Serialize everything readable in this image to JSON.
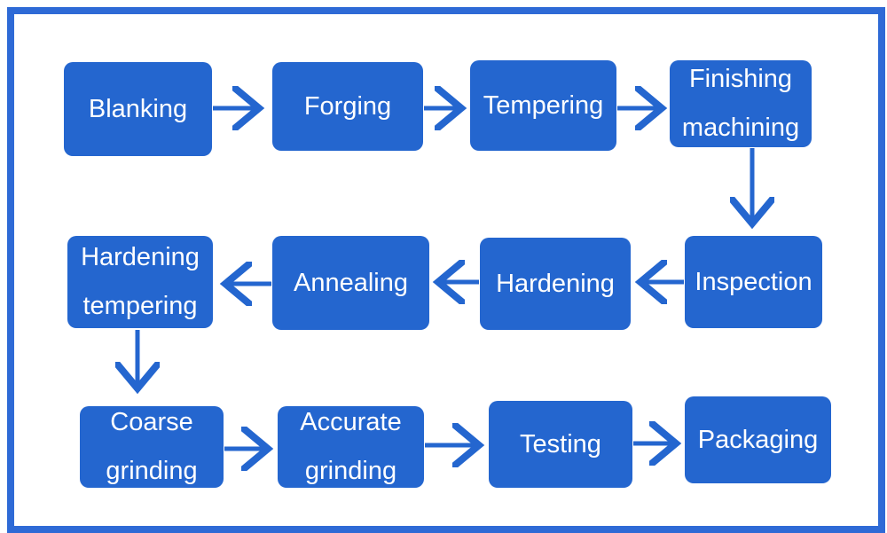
{
  "colors": {
    "frame": "#2e6ad6",
    "box": "#2466cf",
    "arrow": "#2466cf",
    "text": "#ffffff"
  },
  "steps": [
    {
      "label": "Blanking"
    },
    {
      "label": "Forging"
    },
    {
      "label": "Tempering"
    },
    {
      "label": "Finishing\nmachining"
    },
    {
      "label": "Inspection"
    },
    {
      "label": "Hardening"
    },
    {
      "label": "Annealing"
    },
    {
      "label": "Hardening\ntempering"
    },
    {
      "label": "Coarse\ngrinding"
    },
    {
      "label": "Accurate\ngrinding"
    },
    {
      "label": "Testing"
    },
    {
      "label": "Packaging"
    }
  ]
}
